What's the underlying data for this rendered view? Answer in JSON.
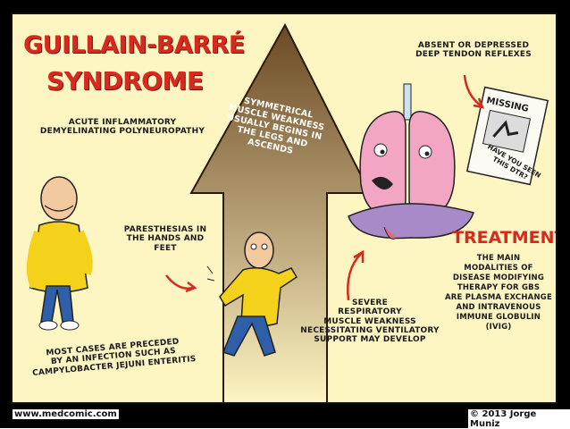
{
  "title": {
    "line1": "GUILLAIN-BARRÉ",
    "line2": "SYNDROME"
  },
  "subtitle": "ACUTE INFLAMMATORY\nDEMYELINATING POLYNEUROPATHY",
  "arrow_text": "SYMMETRICAL\nMUSCLE WEAKNESS\nUSUALLY BEGINS IN\nTHE LEGS AND ASCENDS",
  "paresthesias": "PARESTHESIAS IN\nTHE HANDS AND FEET",
  "infection": "MOST CASES ARE PRECEDED\nBY AN INFECTION SUCH AS\nCAMPYLOBACTER JEJUNI ENTERITIS",
  "reflexes": "ABSENT OR DEPRESSED\nDEEP TENDON REFLEXES",
  "missing_poster": {
    "heading": "MISSING",
    "caption": "HAVE YOU SEEN\nTHIS DTR?"
  },
  "respiratory": "SEVERE\nRESPIRATORY\nMUSCLE WEAKNESS\nNECESSITATING VENTILATORY\nSUPPORT MAY DEVELOP",
  "treatment": {
    "heading": "TREATMENT",
    "body": "THE MAIN\nMODALITIES OF\nDISEASE MODIFYING\nTHERAPY FOR GBS\nARE PLASMA EXCHANGE\nAND INTRAVENOUS\nIMMUNE GLOBULIN\n(IVIG)"
  },
  "footer": {
    "site": "www.medcomic.com",
    "credit": "© 2013 Jorge Muniz"
  },
  "colors": {
    "background": "#fdf6c3",
    "accent_red": "#d62a1e",
    "lung_pink": "#f2a6c4",
    "diaphragm_purple": "#a88ac9",
    "shirt_yellow": "#f4d21c",
    "pants_blue": "#2f5fa8"
  }
}
